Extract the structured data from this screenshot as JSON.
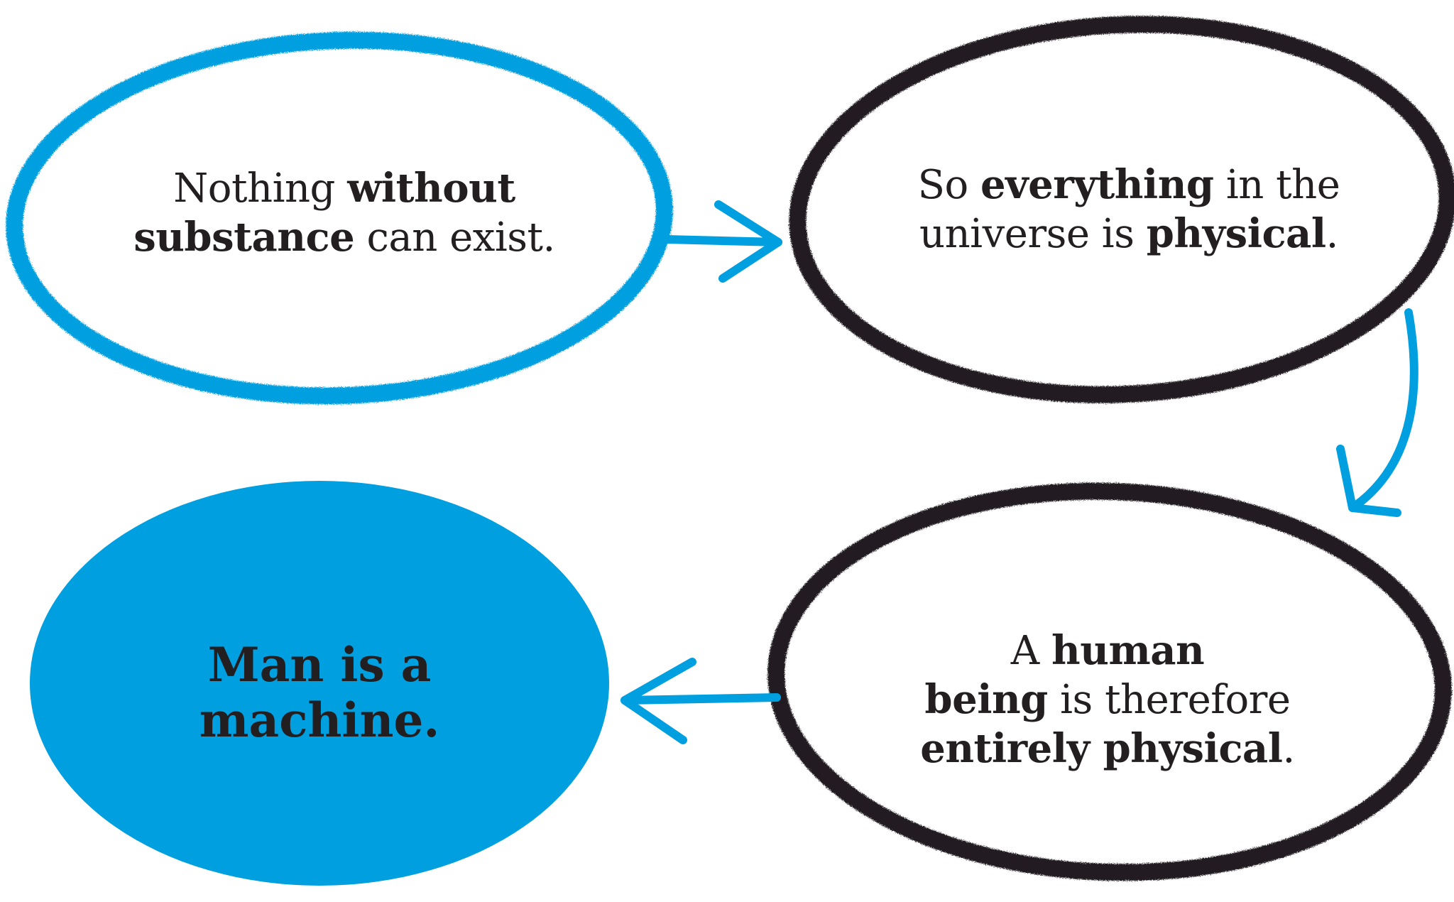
{
  "colors": {
    "accent_blue": "#009fdf",
    "ink": "#231f20",
    "background": "#ffffff"
  },
  "nodes": [
    {
      "id": "premise-1",
      "style": "blue-outline",
      "lines": [
        [
          {
            "text": "Nothing ",
            "bold": false
          },
          {
            "text": "without",
            "bold": true
          }
        ],
        [
          {
            "text": "substance",
            "bold": true
          },
          {
            "text": " can exist.",
            "bold": false
          }
        ]
      ]
    },
    {
      "id": "premise-2",
      "style": "black-outline",
      "lines": [
        [
          {
            "text": "So ",
            "bold": false
          },
          {
            "text": "everything",
            "bold": true
          },
          {
            "text": " in the",
            "bold": false
          }
        ],
        [
          {
            "text": "universe is ",
            "bold": false
          },
          {
            "text": "physical",
            "bold": true
          },
          {
            "text": ".",
            "bold": false
          }
        ]
      ]
    },
    {
      "id": "premise-3",
      "style": "black-outline",
      "lines": [
        [
          {
            "text": "A ",
            "bold": false
          },
          {
            "text": "human",
            "bold": true
          }
        ],
        [
          {
            "text": "being",
            "bold": true
          },
          {
            "text": " is therefore",
            "bold": false
          }
        ],
        [
          {
            "text": "entirely physical",
            "bold": true
          },
          {
            "text": ".",
            "bold": false
          }
        ]
      ]
    },
    {
      "id": "conclusion",
      "style": "blue-filled",
      "lines": [
        [
          {
            "text": "Man is a",
            "bold": true
          }
        ],
        [
          {
            "text": "machine.",
            "bold": true
          }
        ]
      ]
    }
  ],
  "edges": [
    {
      "from": "premise-1",
      "to": "premise-2",
      "color": "accent_blue"
    },
    {
      "from": "premise-2",
      "to": "premise-3",
      "color": "accent_blue"
    },
    {
      "from": "premise-3",
      "to": "conclusion",
      "color": "accent_blue"
    }
  ]
}
